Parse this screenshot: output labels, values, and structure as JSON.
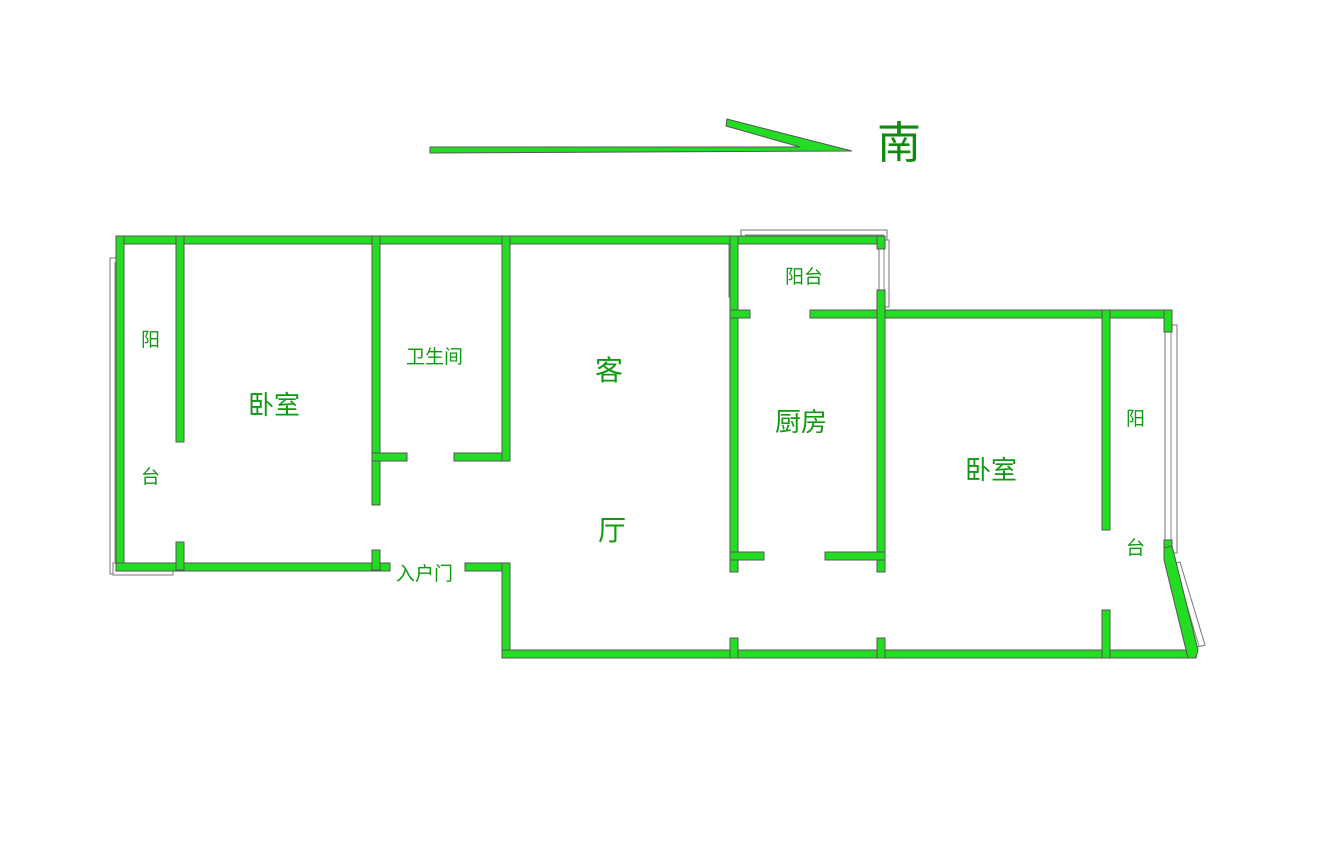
{
  "compass": {
    "direction_label": "南"
  },
  "rooms": {
    "balcony_left_char1": "阳",
    "balcony_left_char2": "台",
    "bedroom_left": "卧室",
    "bathroom": "卫生间",
    "living_char1": "客",
    "living_char2": "厅",
    "entrance_door": "入户门",
    "balcony_top": "阳台",
    "kitchen": "厨房",
    "bedroom_right": "卧室",
    "balcony_right_char1": "阳",
    "balcony_right_char2": "台"
  },
  "colors": {
    "wall": "#22dd22",
    "label": "#129912",
    "window_frame": "#777777"
  }
}
